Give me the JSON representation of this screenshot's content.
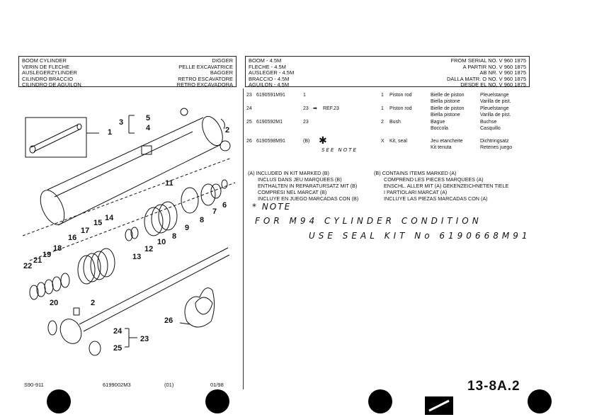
{
  "header_left": {
    "rows": [
      {
        "left": "BOOM CYLINDER",
        "right": "DIGGER"
      },
      {
        "left": "VERIN DE FLECHE",
        "right": "PELLE EXCAVATRICE"
      },
      {
        "left": "AUSLEGERZYLINDER",
        "right": "BAGGER"
      },
      {
        "left": "CILINDRO BRACCIO",
        "right": "RETRO ESCAVATORE"
      },
      {
        "left": "CILINDRO DE AGUILON",
        "right": "RETRO EXCAVADORA"
      }
    ]
  },
  "header_right": {
    "rows": [
      {
        "left": "BOOM - 4.5M",
        "right": "FROM SERIAL No. V 960 1875"
      },
      {
        "left": "FLECHE - 4.5M",
        "right": "A PARTIR No. V 960 1875"
      },
      {
        "left": "AUSLEGER - 4.5M",
        "right": "AB NR. V 960 1875"
      },
      {
        "left": "BRACCIO - 4.5M",
        "right": "DALLA MATR. O No. V 960 1875"
      },
      {
        "left": "AGUILON - 4.5M",
        "right": "DESDE EL No. V 960 1875"
      }
    ]
  },
  "parts": [
    {
      "ref": "23",
      "part": "6190591M91",
      "a": "1",
      "b": "",
      "qty": "1",
      "desc": "Piston rod",
      "fr": [
        "Bielle de piston",
        "Biella pistone"
      ],
      "de": [
        "Pleuelstange",
        "Varilla de pist."
      ]
    },
    {
      "ref": "24",
      "part": "",
      "a": "23",
      "b": "REF.23",
      "qty": "1",
      "desc": "Piston rod",
      "fr": [
        "Bielle de piston",
        "Biella pistone"
      ],
      "de": [
        "Pleuelstange",
        "Varilla de pist."
      ]
    },
    {
      "ref": "25",
      "part": "6190592M1",
      "a": "23",
      "b": "",
      "qty": "2",
      "desc": "Bush",
      "fr": [
        "Bague",
        "Boccola"
      ],
      "de": [
        "Buchse",
        "Casquillo"
      ]
    },
    {
      "ref": "26",
      "part": "6190598M91",
      "a": "(B)",
      "b": "",
      "qty": "X",
      "desc": "Kit, seal",
      "fr": [
        "Jeu etancheite",
        "Kit tenuta"
      ],
      "de": [
        "Dichtringsatz",
        "Retenes juego"
      ]
    }
  ],
  "see_note": "SEE NOTE",
  "notes_a": [
    "(A) INCLUDED IN KIT MARKED (B)",
    "INCLUS DANS JEU MARQUEES (B)",
    "ENTHALTEN IN REPARATURSATZ MIT (B)",
    "COMPRESI NEL MARCAT (B)",
    "INCLUYE EN JUEGO MARCADAS CON (B)"
  ],
  "notes_b": [
    "(B) CONTAINS ITEMS MARKED (A)",
    "COMPREND LES PIECES MARQUEES (A)",
    "ENSCHL. ALLER MIT (A) GEKENZEICHNETEN TIELE",
    "I PARTIOLARI MARCAT (A)",
    "INCLUYE LAS PIEZAS MARCADAS CON (A)"
  ],
  "handnote": {
    "title": "* NOTE",
    "line1": "FOR M94 CYLINDER CONDITION",
    "line2": "USE SEAL KIT No 6190668M91"
  },
  "footer": {
    "code": "S90-911",
    "doc": "6199002M3",
    "issue": "(01)",
    "date": "01/98",
    "page": "13-8A.2"
  },
  "callouts": [
    "1",
    "2",
    "3",
    "4",
    "5",
    "6",
    "7",
    "8",
    "9",
    "10",
    "11",
    "12",
    "13",
    "14",
    "15",
    "16",
    "17",
    "18",
    "19",
    "20",
    "21",
    "22",
    "23",
    "24",
    "25",
    "26"
  ],
  "icons": {
    "part_line": "arrow-icon",
    "bag": "seal-kit-bag-icon",
    "footer_mark": "cylinder-logo-icon"
  }
}
